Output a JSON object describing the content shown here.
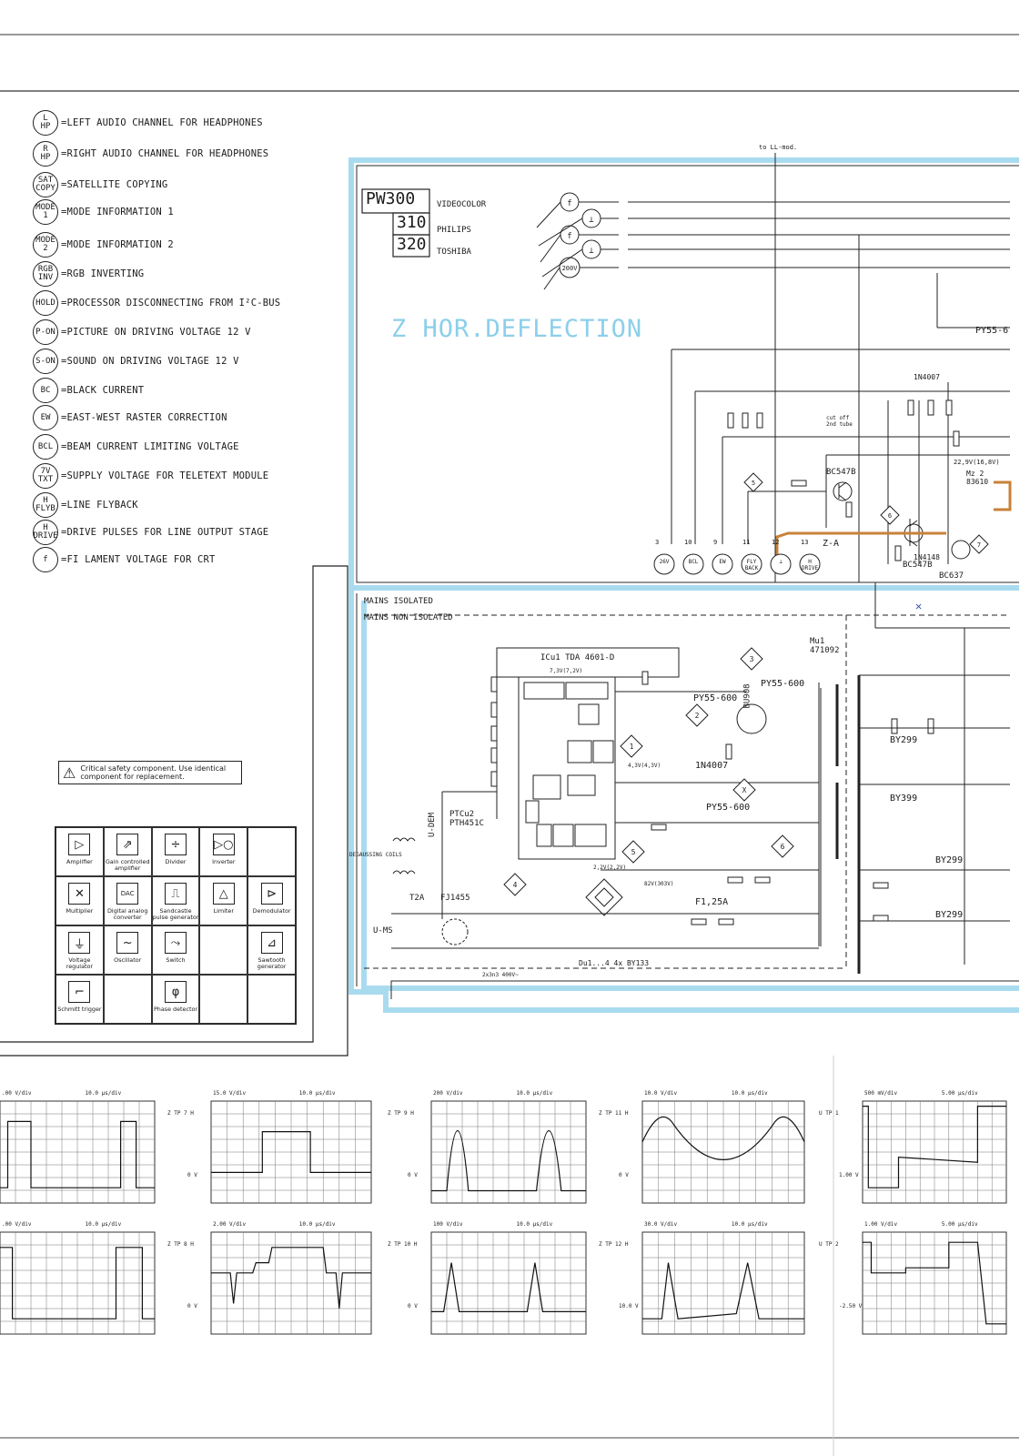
{
  "legend": [
    {
      "symbol": "L\nHP",
      "text": "=LEFT AUDIO CHANNEL FOR HEADPHONES"
    },
    {
      "symbol": "R\nHP",
      "text": "=RIGHT AUDIO CHANNEL FOR HEADPHONES"
    },
    {
      "symbol": "SAT\nCOPY",
      "text": "=SATELLITE COPYING"
    },
    {
      "symbol": "MODE\n1",
      "text": "=MODE INFORMATION 1"
    },
    {
      "symbol": "MODE\n2",
      "text": "=MODE INFORMATION 2"
    },
    {
      "symbol": "RGB\nINV",
      "text": "=RGB INVERTING"
    },
    {
      "symbol": "HOLD",
      "text": "=PROCESSOR DISCONNECTING FROM I²C-BUS"
    },
    {
      "symbol": "P-ON",
      "text": "=PICTURE ON DRIVING VOLTAGE 12 V"
    },
    {
      "symbol": "S-ON",
      "text": "=SOUND ON DRIVING VOLTAGE 12 V"
    },
    {
      "symbol": "BC",
      "text": "=BLACK CURRENT"
    },
    {
      "symbol": "EW",
      "text": "=EAST-WEST RASTER CORRECTION"
    },
    {
      "symbol": "BCL",
      "text": "=BEAM CURRENT LIMITING VOLTAGE"
    },
    {
      "symbol": "7V\nTXT",
      "text": "=SUPPLY VOLTAGE FOR TELETEXT MODULE"
    },
    {
      "symbol": "H\nFLYB",
      "text": "=LINE FLYBACK"
    },
    {
      "symbol": "H\nDRIVE",
      "text": "=DRIVE PULSES FOR LINE OUTPUT STAGE"
    },
    {
      "symbol": "f",
      "text": "=FI LAMENT VOLTAGE FOR CRT"
    }
  ],
  "warning": "Critical safety component. Use identical component for replacement.",
  "symbol_table": [
    {
      "icon": "▷",
      "label": "Amplifier"
    },
    {
      "icon": "⇗",
      "label": "Gain controlled amplifier"
    },
    {
      "icon": "÷",
      "label": "Divider"
    },
    {
      "icon": "▷○",
      "label": "Inverter"
    },
    {
      "icon": "",
      "label": ""
    },
    {
      "icon": "✕",
      "label": "Multiplier"
    },
    {
      "icon": "DAC",
      "label": "Digital analog converter"
    },
    {
      "icon": "⎍",
      "label": "Sandcastle pulse generator"
    },
    {
      "icon": "△",
      "label": "Limiter"
    },
    {
      "icon": "⊳",
      "label": "Demodulator"
    },
    {
      "icon": "⏚",
      "label": "Voltage regulator"
    },
    {
      "icon": "~",
      "label": "Oscillator"
    },
    {
      "icon": "⤳",
      "label": "Switch"
    },
    {
      "icon": "",
      "label": ""
    },
    {
      "icon": "⊿",
      "label": "Sawtooth generator"
    },
    {
      "icon": "⌐",
      "label": "Schmitt trigger"
    },
    {
      "icon": "",
      "label": ""
    },
    {
      "icon": "φ",
      "label": "Phase detector"
    },
    {
      "icon": "",
      "label": ""
    },
    {
      "icon": "",
      "label": ""
    }
  ],
  "chassis": {
    "models": [
      {
        "code": "PW300",
        "brand": "VIDEOCOLOR"
      },
      {
        "code": "310",
        "brand": "PHILIPS"
      },
      {
        "code": "320",
        "brand": "TOSHIBA"
      }
    ],
    "section_title": "Z HOR.DEFLECTION",
    "to_ll_mod": "to LL-mod.",
    "mains_isolated": "MAINS ISOLATED",
    "mains_non_isolated": "MAINS NON ISOLATED"
  },
  "components": {
    "ic": "ICu1 TDA 4601-D",
    "bu": "BU908",
    "py1": "PY55-600",
    "py2": "PY55-600",
    "py3": "PY55-600",
    "py4": "PY55-6",
    "bc547b_1": "BC547B",
    "bc547b_2": "BC547B",
    "bc637": "BC637",
    "diode_1n4007_a": "1N4007",
    "diode_1n4007_b": "1N4007",
    "diode_1n4148": "1N4148",
    "by299_a": "BY299",
    "by299_b": "BY299",
    "by299_c": "BY299",
    "by399": "BY399",
    "by133": "Du1...4  4x  BY133",
    "fj1455": "FJ1455",
    "t2a": "T2A",
    "fuse": "F1,25A",
    "ptc": "PTCu2\nPTH451C",
    "degaussing": "DEGAUSSING COILS",
    "u_ms": "U-MS",
    "u_dem": "U-DEM",
    "mu": "Mu1\n471092",
    "v_7_3": "7,3V(7,2V)",
    "v_4_3": "4,3V(4,3V)",
    "v_2_2": "2,2V(2,2V)",
    "v_82": "82V(303V)",
    "v_22_9": "22,9V(16,8V)",
    "cap_2x3n3": "2x3n3  400V~",
    "mz2": "Mz 2\n83610",
    "za": "Z-A",
    "cut_off": "cut off\n2nd tube"
  },
  "connectors": [
    {
      "num": "3",
      "label": "26V"
    },
    {
      "num": "10",
      "label": "BCL"
    },
    {
      "num": "9",
      "label": "EW"
    },
    {
      "num": "11",
      "label": "FLY\nBACK"
    },
    {
      "num": "12",
      "label": "⊥"
    },
    {
      "num": "13",
      "label": "H\nDRIVE"
    }
  ],
  "oscillograms": [
    {
      "tp": "",
      "vdiv": ".00 V/div",
      "tdiv": "10.0 µs/div",
      "shape": "pulse2",
      "zero": ""
    },
    {
      "tp": "Z TP 7  H",
      "vdiv": "15.0 V/div",
      "tdiv": "10.0 µs/div",
      "shape": "square",
      "zero": "0 V"
    },
    {
      "tp": "Z TP 9  H",
      "vdiv": "200 V/div",
      "tdiv": "10.0 µs/div",
      "shape": "halfsine",
      "zero": "0 V"
    },
    {
      "tp": "Z TP 11  H",
      "vdiv": "10.0 V/div",
      "tdiv": "10.0 µs/div",
      "shape": "para",
      "zero": "0 V"
    },
    {
      "tp": "U  TP 1",
      "vdiv": "500 mV/div",
      "tdiv": "5.00 µs/div",
      "shape": "step",
      "zero": "1.00 V"
    },
    {
      "tp": "",
      "vdiv": ".00 V/div",
      "tdiv": "10.0 µs/div",
      "shape": "inv",
      "zero": ""
    },
    {
      "tp": "Z TP 8  H",
      "vdiv": "2.00 V/div",
      "tdiv": "10.0 µs/div",
      "shape": "complex",
      "zero": "0 V"
    },
    {
      "tp": "Z TP 10  H",
      "vdiv": "100 V/div",
      "tdiv": "10.0 µs/div",
      "shape": "pulsefill",
      "zero": "0 V"
    },
    {
      "tp": "Z TP 12  H",
      "vdiv": "30.0 V/div",
      "tdiv": "10.0 µs/div",
      "shape": "spike",
      "zero": "10.0 V"
    },
    {
      "tp": "U  TP 2",
      "vdiv": "1.00 V/div",
      "tdiv": "5.00 µs/div",
      "shape": "step2",
      "zero": "-2.50 V"
    }
  ]
}
